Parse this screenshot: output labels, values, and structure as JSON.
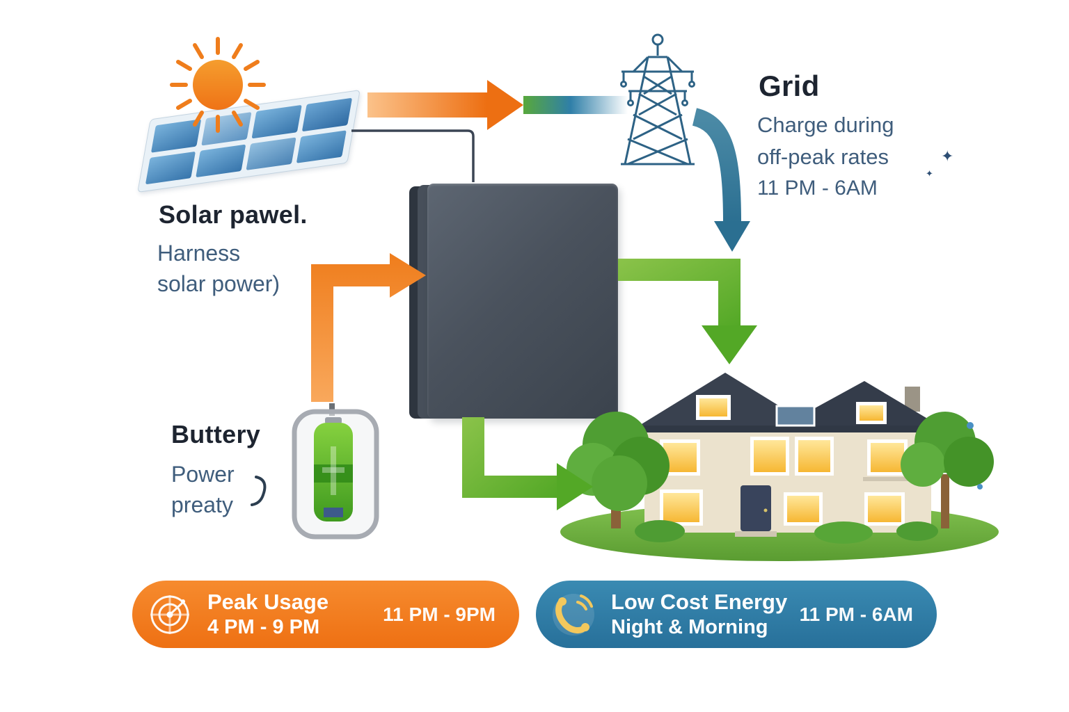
{
  "solar": {
    "title": "Solar pawel.",
    "desc1": "Harness",
    "desc2": "solar power)"
  },
  "grid": {
    "title": "Grid",
    "desc1": "Charge during",
    "desc2": "off-peak rates",
    "desc3": "11 PM - 6AM"
  },
  "battery": {
    "title": "Buttery",
    "desc1": "Power",
    "desc2": "preaty"
  },
  "peak_pill": {
    "title": "Peak Usage",
    "subtitle": "4 PM - 9 PM",
    "time": "11 PM - 9PM"
  },
  "lowcost_pill": {
    "title": "Low Cost Energy",
    "subtitle": "Night & Morning",
    "time": "11 PM - 6AM"
  },
  "decor": {
    "sparkle_big": "✦",
    "sparkle_small": "✦"
  },
  "icons": {
    "sun": "sun-icon",
    "solar_panel": "solar-panel-illustration",
    "tower": "grid-tower-icon",
    "battery_device": "battery-device-icon",
    "house": "house-illustration",
    "peak": "radar-target-icon",
    "lowcost": "phone-icon"
  },
  "colors": {
    "orange": "#ee7013",
    "green": "#5cb531",
    "blue": "#2f80a9",
    "slate_text": "#3f5d7c",
    "dark_text": "#1d2430",
    "box": "#4a525d"
  }
}
